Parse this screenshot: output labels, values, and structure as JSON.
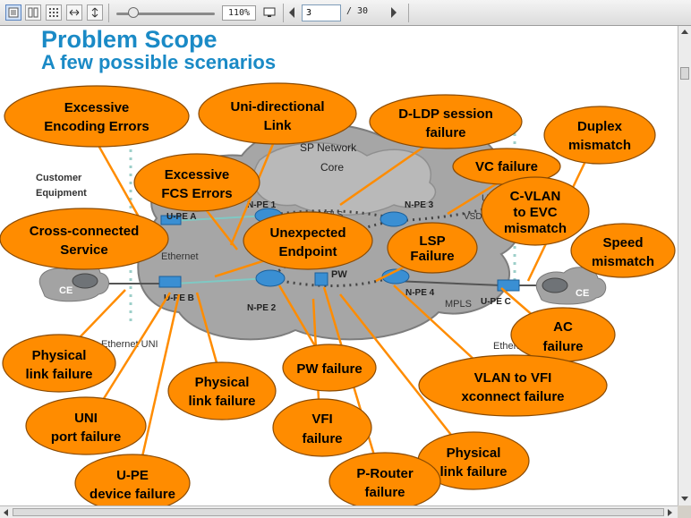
{
  "toolbar": {
    "view_buttons": [
      "single-page",
      "continuous",
      "thumbnails",
      "fit-width",
      "fit-height"
    ],
    "zoom": "110%",
    "page_current": "3",
    "page_total": "/ 30"
  },
  "slide": {
    "title": "Problem Scope",
    "subtitle": "A few possible scenarios",
    "network_labels": {
      "sp_network": "SP Network",
      "core": "Core",
      "customer_equipment_1": "Customer",
      "customer_equipment_2": "Equipment",
      "upe_a": "U-PE A",
      "upe_b": "U-PE B",
      "upe_c": "U-PE C",
      "npe1": "N-PE 1",
      "npe2": "N-PE 2",
      "npe3": "N-PE 3",
      "npe4": "N-PE 4",
      "mpls_1": "MPLS",
      "mpls_2": "MPLS",
      "ethernet": "Ethernet",
      "ethernet_uni_left": "Ethernet UNI",
      "ethernet_right": "Ethern",
      "ce_left": "CE",
      "ce_right": "CE",
      "pw": "PW",
      "vsdh": "VSDH",
      "u_frag": "U"
    },
    "callouts": [
      {
        "id": "excessive-encoding-errors",
        "lines": [
          "Excessive",
          "Encoding Errors"
        ]
      },
      {
        "id": "uni-directional-link",
        "lines": [
          "Uni-directional",
          "Link"
        ]
      },
      {
        "id": "d-ldp-session-failure",
        "lines": [
          "D-LDP session",
          "failure"
        ]
      },
      {
        "id": "duplex-mismatch",
        "lines": [
          "Duplex",
          "mismatch"
        ]
      },
      {
        "id": "vc-failure",
        "lines": [
          "VC failure"
        ]
      },
      {
        "id": "excessive-fcs-errors",
        "lines": [
          "Excessive",
          "FCS Errors"
        ]
      },
      {
        "id": "c-vlan-to-evc-mismatch",
        "lines": [
          "C-VLAN",
          "to EVC",
          "mismatch"
        ]
      },
      {
        "id": "cross-connected-service",
        "lines": [
          "Cross-connected",
          "Service"
        ]
      },
      {
        "id": "unexpected-endpoint",
        "lines": [
          "Unexpected",
          "Endpoint"
        ]
      },
      {
        "id": "lsp-failure",
        "lines": [
          "LSP",
          "Failure"
        ]
      },
      {
        "id": "speed-mismatch",
        "lines": [
          "Speed",
          "mismatch"
        ]
      },
      {
        "id": "ac-failure",
        "lines": [
          "AC",
          "failure"
        ]
      },
      {
        "id": "physical-link-failure-1",
        "lines": [
          "Physical",
          "link failure"
        ]
      },
      {
        "id": "physical-link-failure-2",
        "lines": [
          "Physical",
          "link failure"
        ]
      },
      {
        "id": "pw-failure",
        "lines": [
          "PW failure"
        ]
      },
      {
        "id": "vlan-to-vfi-xconnect-failure",
        "lines": [
          "VLAN to VFI",
          "xconnect failure"
        ]
      },
      {
        "id": "uni-port-failure",
        "lines": [
          "UNI",
          "port failure"
        ]
      },
      {
        "id": "vfi-failure",
        "lines": [
          "VFI",
          "failure"
        ]
      },
      {
        "id": "physical-link-failure-3",
        "lines": [
          "Physical",
          "link failure"
        ]
      },
      {
        "id": "u-pe-device-failure",
        "lines": [
          "U-PE",
          "device failure"
        ]
      },
      {
        "id": "p-router-failure",
        "lines": [
          "P-Router",
          "failure"
        ]
      }
    ]
  },
  "colors": {
    "callout_fill": "#ff8c00",
    "callout_stroke": "#8a4a00",
    "title_color": "#1a8ac6",
    "cloud_fill": "#a9a9a9",
    "router_blue": "#2f86c8"
  }
}
